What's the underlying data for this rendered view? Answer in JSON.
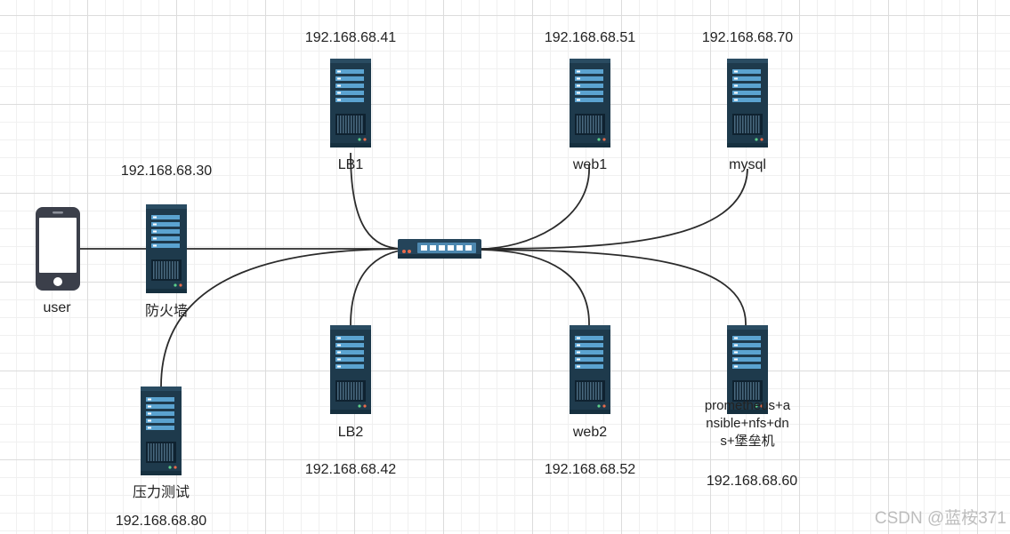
{
  "nodes": {
    "user": {
      "label": "user"
    },
    "firewall": {
      "label": "防火墙",
      "ip": "192.168.68.30"
    },
    "lb1": {
      "label": "LB1",
      "ip": "192.168.68.41"
    },
    "web1": {
      "label": "web1",
      "ip": "192.168.68.51"
    },
    "mysql": {
      "label": "mysql",
      "ip": "192.168.68.70"
    },
    "lb2": {
      "label": "LB2",
      "ip": "192.168.68.42"
    },
    "web2": {
      "label": "web2",
      "ip": "192.168.68.52"
    },
    "mgmt": {
      "label": "prometheus+ansible+nfs+dns+堡垒机",
      "ip": "192.168.68.60"
    },
    "stress": {
      "label": "压力测试",
      "ip": "192.168.68.80"
    }
  },
  "watermark": "CSDN @蓝桉371",
  "colors": {
    "server_body": "#1e3a4c",
    "server_slot": "#5ba3d0",
    "switch_body": "#24445a",
    "link": "#2b2b2b"
  }
}
